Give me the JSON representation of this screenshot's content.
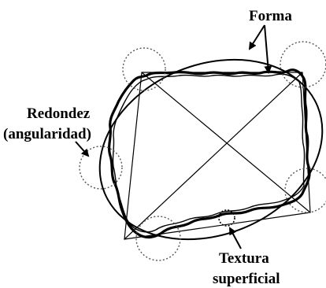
{
  "labels": {
    "forma": "Forma",
    "redondez_line1": "Redondez",
    "redondez_line2": "(angularidad)",
    "textura_line1": "Textura",
    "textura_line2": "superficial"
  },
  "colors": {
    "stroke": "#000000",
    "dotted_circle": "#555555",
    "background": "#ffffff"
  }
}
